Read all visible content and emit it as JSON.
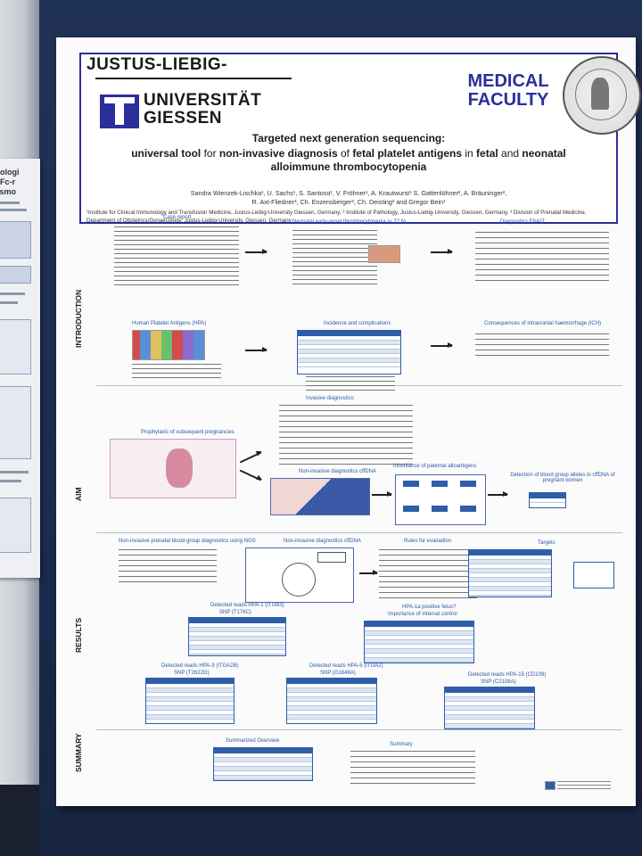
{
  "poster": {
    "university": [
      "JUSTUS-LIEBIG-",
      "UNIVERSITÄT",
      "GIESSEN"
    ],
    "faculty": [
      "MEDICAL",
      "FACULTY"
    ],
    "title_line1": "Targeted next generation sequencing:",
    "title_line2_parts": {
      "p1": "universal tool",
      "p2": " for ",
      "p3": "non-invasive diagnosis",
      "p4": " of ",
      "p5": "fetal platelet antigens",
      "p6": " in ",
      "p7": "fetal",
      "p8": " and ",
      "p9": "neonatal"
    },
    "title_line3": "alloimmune thrombocytopenia",
    "authors_line1": "Sandra Wienzek-Lischka¹, U. Sachs¹, S. Santoso¹, V. Fröhner¹, A. Krautwurst¹ S. Gattenlöhner², A. Bräuninger²,",
    "authors_line2": "R. Axt-Fliedner³, Ch. Enzensberger³, Ch. Deisting³ and Gregor Bein¹",
    "affiliations": "¹Institute for Clinical Immunology and Transfusion Medicine, Justus-Liebig-University Giessen, Germany, ² Institute of Pathology, Justus-Liebig-University, Giessen, Germany, ³ Division of Prenatal Medicine, Department of Obstetrics/Gynaecology, Justus-Liebig-University, Giessen, Germany",
    "sections": [
      "INTRODUCTION",
      "AIM",
      "RESULTS",
      "SUMMARY"
    ],
    "intro": {
      "case_report": "Case report",
      "neonatal": "Neonatal early-onset thrombocytopenia (≤ 72 h)",
      "diagnostics": "Diagnostics FNAIT",
      "hpa": "Human Platelet Antigens (HPA)",
      "incidence": "Incidence and complications",
      "consequences": "Consequences of intracranial haemorrhage (ICH)"
    },
    "aim": {
      "invasive": "Invasive diagnostics",
      "prophylaxis": "Prophylaxis of subsequent pregnancies",
      "noninvasive_cffdna": "Non-invasive diagnostics cffDNA",
      "inheritance": "Inheritance of paternal alloantigens",
      "detection": "Detection of blood group alleles in cffDNA of pregnant women"
    },
    "results": {
      "nipd_ngs": "Non-invasive prenatal blood group diagnostics using NGS",
      "noninvasive_cffdna": "Non-invasive diagnostics cffDNA",
      "rules": "Rules for evaluation",
      "targets": "Targets",
      "hpa1_title": "Detected reads HPA-1 (ITGB3)",
      "hpa1_sub": "SNP (T176C)",
      "hpa1a_title": "HPA-1a positive fetus?",
      "hpa1a_sub": "Importance of internal control",
      "hpa3_title": "Detected reads HPA-3 (ITGA2B)",
      "hpa3_sub": "SNP (T2622G)",
      "hpa5_title": "Detected reads HPA-5 (ITGA2)",
      "hpa5_sub": "SNP (G1648A)",
      "hpa15_title": "Detected reads HPA-15 (CD109)",
      "hpa15_sub": "SNP (C2108A)"
    },
    "summary": {
      "overview": "Summarized Overview",
      "summary": "Summary"
    }
  },
  "left_poster": {
    "title_fragment": "biologi\ng Fc-r\nlasmo"
  },
  "colors": {
    "board": "#213257",
    "header_border": "#2a2f9a",
    "faculty": "#2a2f9a",
    "box_title": "#2a5aa8",
    "table_header": "#2e5ea8"
  }
}
